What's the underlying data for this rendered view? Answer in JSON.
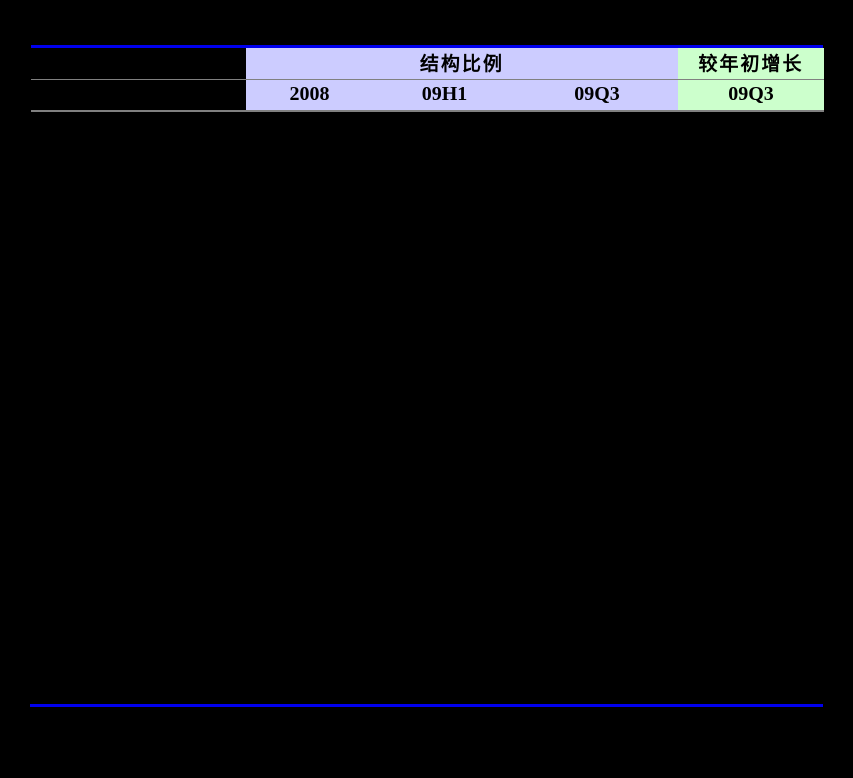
{
  "colors": {
    "page_background": "#000000",
    "accent_rule_blue": "#0000EE",
    "grid_line_gray": "#808080",
    "structure_header_bg": "#CCCCFF",
    "growth_header_bg": "#CCFFCC",
    "header_text": "#000000"
  },
  "table": {
    "group_headers": [
      {
        "id": "structure_ratio",
        "label": "结构比例"
      },
      {
        "id": "ytd_growth",
        "label": "较年初增长"
      }
    ],
    "sub_headers": [
      {
        "id": "y2008",
        "label": "2008"
      },
      {
        "id": "h1_2009",
        "label": "09H1"
      },
      {
        "id": "q3_2009",
        "label": "09Q3"
      },
      {
        "id": "q3_2009_growth",
        "label": "09Q3"
      }
    ],
    "body_rows": []
  }
}
